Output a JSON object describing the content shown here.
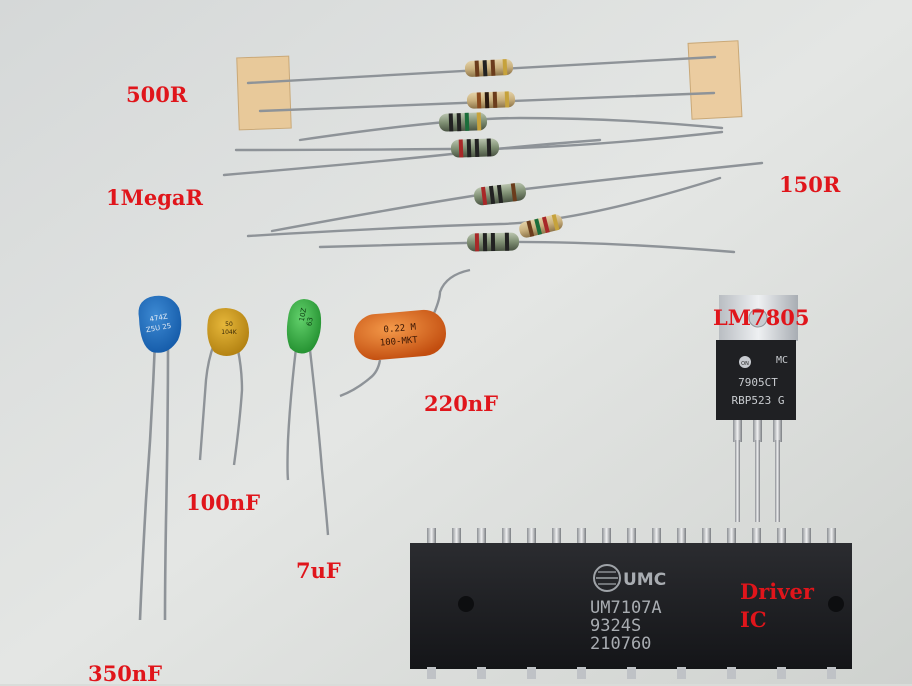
{
  "labels": {
    "r500": "500R",
    "r1mega": "1MegaR",
    "r150": "150R",
    "lm7805": "LM7805",
    "c220nf": "220nF",
    "c100nf": "100nF",
    "c7uf": "7uF",
    "c350nf": "350nF",
    "driver_line1": "Driver",
    "driver_line2": "IC"
  },
  "chip_markings": {
    "brand": "UMC",
    "line1": "UM7107A",
    "line2": "9324S",
    "line3": "210760"
  },
  "regulator_markings": {
    "maker": "MC",
    "line1": "7905CT",
    "line2": "RBP523 G"
  },
  "capacitor_markings": {
    "blue_line1": "474Z",
    "blue_line2": "Z5U 25",
    "yellow_line1": "50",
    "yellow_line2": "104K",
    "green_line1": "10Z",
    "green_line2": "63",
    "orange_line1": "0.22  M",
    "orange_line2": "100-MKT"
  },
  "colors": {
    "label_red": "#e0151b",
    "background": "#d9dcd9",
    "chip_body": "#1e1f22"
  }
}
